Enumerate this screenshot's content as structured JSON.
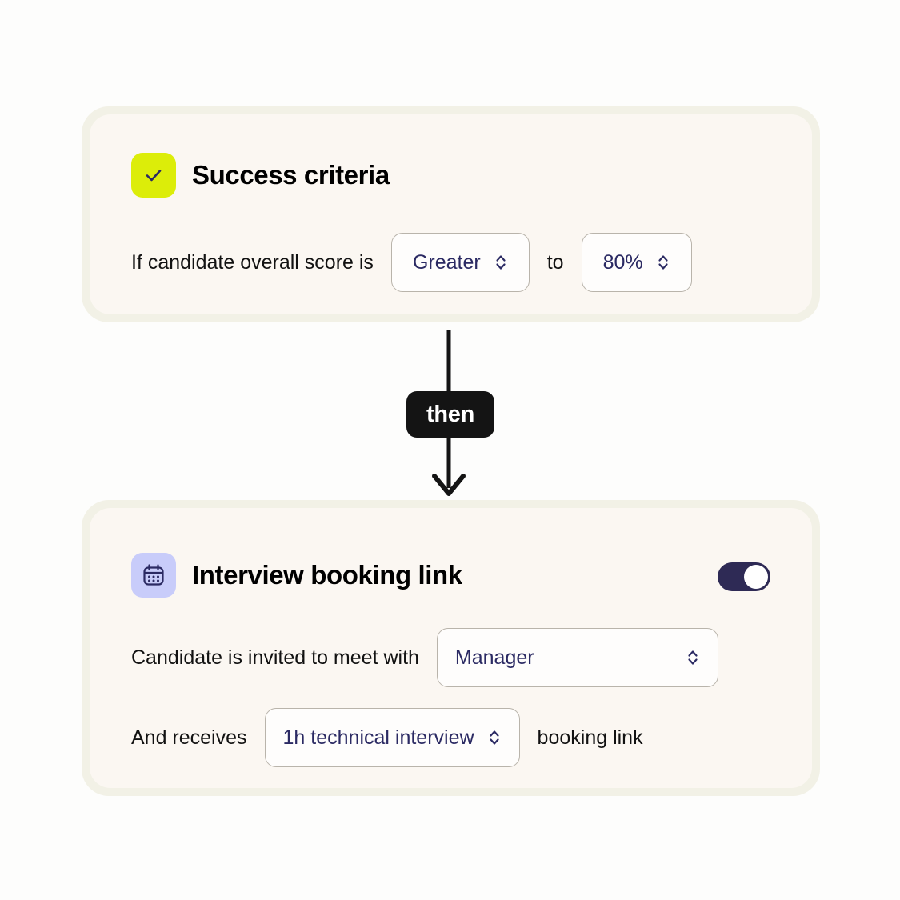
{
  "page": {
    "background": "#fdfdfc"
  },
  "colors": {
    "card_outer": "#f2f1e6",
    "card_inner": "#fbf7f2",
    "accent_lime": "#dced09",
    "accent_periwinkle": "#c8ccfa",
    "navy": "#2b2a63",
    "toggle_on": "#2e2a55",
    "badge_black": "#141414",
    "select_border": "#b9b4ab"
  },
  "cards": [
    {
      "id": "success-criteria",
      "icon": "check-icon",
      "title": "Success criteria",
      "rows": [
        {
          "label": "If candidate overall score is",
          "select_1": "Greater",
          "middle_label": "to",
          "select_2": "80%"
        }
      ]
    },
    {
      "id": "interview-booking-link",
      "icon": "calendar-icon",
      "title": "Interview booking link",
      "toggle": {
        "state": "on",
        "name": "enable-booking-link-toggle"
      },
      "rows": [
        {
          "label": "Candidate is invited to meet with",
          "select_1": "Manager"
        },
        {
          "label": "And receives",
          "select_1": "1h technical interview",
          "trailing_label": "booking link"
        }
      ]
    }
  ],
  "connector": {
    "badge_label": "then",
    "direction": "down"
  }
}
